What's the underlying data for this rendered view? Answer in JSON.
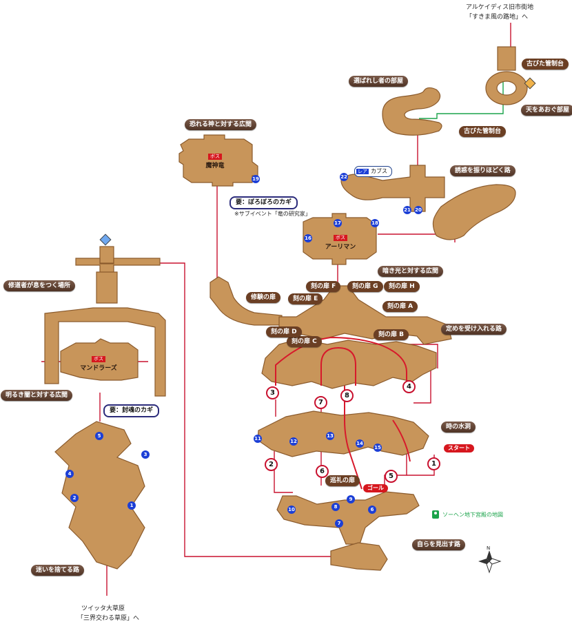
{
  "exits": {
    "top": {
      "line1": "アルケイディス旧市街地",
      "line2": "「すきま風の路地」へ"
    },
    "bottom": {
      "line1": "ツイッタ大草原",
      "line2": "「三界交わる草原」へ"
    }
  },
  "areas": {
    "fear_god": "恐れる神と対する広間",
    "chosen_room": "選ばれし者の部屋",
    "old_control_1": "古びた管制台",
    "old_control_2": "古びた管制台",
    "sky_room": "天をあおぐ部屋",
    "temptation": "誘惑を振りほどく路",
    "light_hall": "暗き光と対する広間",
    "monk_rest": "修道者が息をつく場所",
    "bright_dark_hall": "明るき闇と対する広間",
    "lost_path": "迷いを捨てる路",
    "fate_path": "定めを受け入れる路",
    "time_water": "時の水洞",
    "self_find": "自らを見出す路"
  },
  "doors": {
    "trial": "修験の扉",
    "pilgrim": "巡礼の扉",
    "a": "刻の扉 A",
    "b": "刻の扉 B",
    "c": "刻の扉 C",
    "d": "刻の扉 D",
    "e": "刻の扉 E",
    "f": "刻の扉 F",
    "g": "刻の扉 G",
    "h": "刻の扉 H"
  },
  "bosses": {
    "tag": "ボス",
    "mashinryu": "魔神竜",
    "ahriman": "アーリマン",
    "mandragora": "マンドラーズ"
  },
  "requirements": {
    "old_key": "要：ぼろぼろのカギ",
    "old_key_note": "※サブイベント「竜の研究家」",
    "seal_key": "要：封魂のカギ"
  },
  "rare": {
    "tag": "レア",
    "name": "カブス"
  },
  "route": {
    "start": "スタート",
    "goal": "ゴール"
  },
  "map_item": "ソーヘン地下宮殿の地図",
  "compass": "N",
  "treasure_numbers": [
    "1",
    "2",
    "3",
    "4",
    "5",
    "6",
    "7",
    "8",
    "9",
    "10",
    "11",
    "12",
    "13",
    "14",
    "15",
    "16",
    "17",
    "18",
    "19",
    "20",
    "21",
    "22"
  ],
  "route_steps": [
    "1",
    "2",
    "3",
    "4",
    "5",
    "6",
    "7",
    "8"
  ],
  "colors": {
    "room": "#c8955a",
    "connector": "#c8102e",
    "route": "#d7192b",
    "label": "#5a3a2a",
    "treasure": "#1c3fd6",
    "green_link": "#1aa34a"
  }
}
